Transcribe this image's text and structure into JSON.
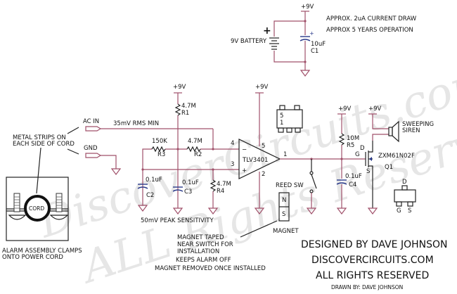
{
  "watermark": {
    "line1": "DiscoverCircuits.com",
    "line2": "ALL Rights Reserved"
  },
  "power": {
    "vcc": "+9V",
    "battery": "9V BATTERY",
    "battery_plus": "+",
    "c1_value": "10uF",
    "c1_ref": "C1",
    "note1": "APPROX. 2uA CURRENT DRAW",
    "note2": "APPROX 5 YEARS OPERATION"
  },
  "inputs": {
    "ac_in": "AC IN",
    "gnd": "GND",
    "signal": "35mV RMS MIN",
    "strips_note_1": "METAL STRIPS ON",
    "strips_note_2": "EACH SIDE OF CORD"
  },
  "components": {
    "r1": {
      "value": "4.7M",
      "ref": "R1"
    },
    "r2": {
      "value": "4.7M",
      "ref": "R2"
    },
    "r3": {
      "value": "150K",
      "ref": "R3"
    },
    "r4": {
      "value": "4.7M",
      "ref": "R4"
    },
    "r5": {
      "value": "10M",
      "ref": "R5"
    },
    "c2": {
      "value": "0.1uF",
      "ref": "C2"
    },
    "c3": {
      "value": "0.1uF",
      "ref": "C3"
    },
    "c4": {
      "value": "0.1uF",
      "ref": "C4"
    },
    "u1": {
      "part": "TLV3401",
      "pin_inv": "4",
      "pin_noninv": "3",
      "pin_vcc": "5",
      "pin_gnd": "2",
      "pin_out": "1",
      "minus": "−",
      "plus": "+"
    },
    "pkg_pins": {
      "a": "5",
      "b": "1"
    },
    "q1": {
      "part": "ZXM61N02F",
      "ref": "Q1",
      "d": "D",
      "g": "G",
      "s": "S"
    },
    "siren": "SWEEPING SIREN",
    "siren_l1": "SWEEPING",
    "siren_l2": "SIREN",
    "reed": "REED SW",
    "magnet": {
      "label": "MAGNET",
      "n": "N",
      "s": "S"
    },
    "sot": {
      "d": "D",
      "g": "G",
      "s": "S"
    }
  },
  "notes": {
    "sensitivity": "50mV PEAK SENSITIVITY",
    "clamp1": "ALARM ASSEMBLY CLAMPS",
    "clamp2": "ONTO POWER CORD",
    "cord": "CORD",
    "magnet1": "MAGNET TAPED",
    "magnet2": "NEAR SWITCH FOR",
    "magnet3": "INSTALLATION",
    "magnet4": "KEEPS ALARM OFF",
    "magnet5": "MAGNET REMOVED ONCE INSTALLED"
  },
  "credits": {
    "designed": "DESIGNED BY DAVE JOHNSON",
    "site": "DISCOVERCIRCUITS.COM",
    "rights": "ALL RIGHTS RESERVED",
    "drawn": "DRAWN BY: DAVE JOHNSON"
  }
}
